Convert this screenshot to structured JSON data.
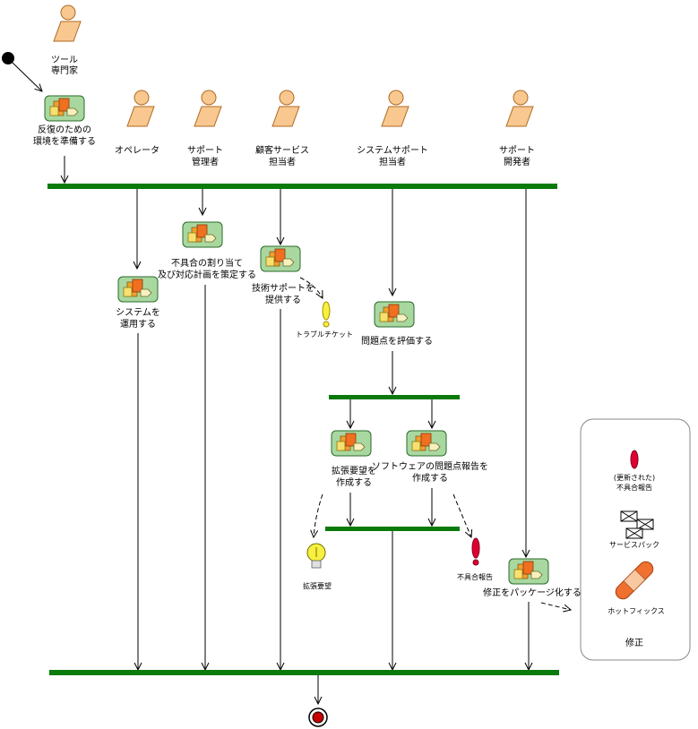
{
  "roles": {
    "tool_expert": [
      "ツール",
      "専門家"
    ],
    "operator": [
      "オペレータ"
    ],
    "support_manager": [
      "サポート",
      "管理者"
    ],
    "customer_service": [
      "顧客サービス",
      "担当者"
    ],
    "system_support": [
      "システムサポート",
      "担当者"
    ],
    "support_developer": [
      "サポート",
      "開発者"
    ]
  },
  "activities": {
    "prepare_env": [
      "反復のための",
      "環境を準備する"
    ],
    "run_system": [
      "システムを",
      "運用する"
    ],
    "plan": [
      "不具合の割り当て",
      "及び対応計画を策定する"
    ],
    "tech_support": [
      "技術サポートを",
      "提供する"
    ],
    "evaluate": [
      "問題点を評価する"
    ],
    "enhancement": [
      "拡張要望を",
      "作成する"
    ],
    "defect_report": [
      "ソフトウェアの問題点報告を",
      "作成する"
    ],
    "package": [
      "修正をパッケージ化する"
    ]
  },
  "artifacts": {
    "trouble_ticket": "トラブルチケット",
    "enhancement_request": "拡張要望",
    "defect_report": "不具合報告"
  },
  "legend": {
    "updated_defect": [
      "(更新された)",
      "不具合報告"
    ],
    "service_pack": "サービスパック",
    "hotfix": "ホットフィックス",
    "title": "修正"
  },
  "colors": {
    "bar": "#0a7a0a",
    "actor_fill": "#f8c890",
    "actor_stroke": "#b06a20",
    "activity_fill": "#a8d8a0",
    "activity_stroke": "#2c6a2c"
  }
}
